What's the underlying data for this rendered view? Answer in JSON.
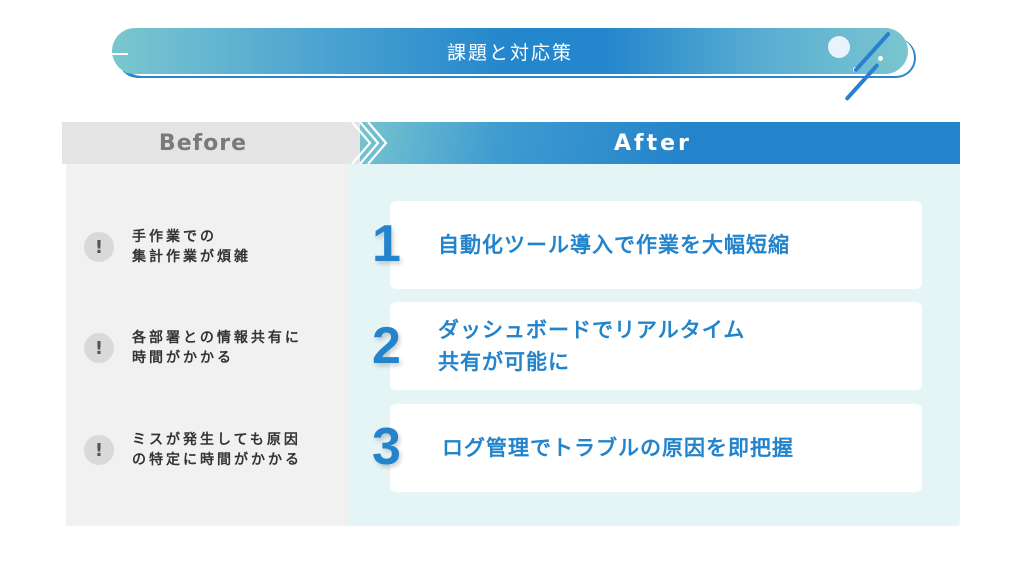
{
  "banner": {
    "title": "課題と対応策",
    "colors": {
      "primary": "#2486cc",
      "teal": "#7bc7cf"
    }
  },
  "columns": {
    "before_label": "Before",
    "after_label": "After"
  },
  "before_items": [
    {
      "icon": "exclamation-icon",
      "symbol": "!",
      "line1": "手作業での",
      "line2": "集計作業が煩雑"
    },
    {
      "icon": "exclamation-icon",
      "symbol": "!",
      "line1": "各部署との情報共有に",
      "line2": "時間がかかる"
    },
    {
      "icon": "exclamation-icon",
      "symbol": "!",
      "line1": "ミスが発生しても原因",
      "line2": "の特定に時間がかかる"
    }
  ],
  "after_items": [
    {
      "number": "1",
      "line1": "自動化ツール導入で作業を大幅短縮",
      "line2": ""
    },
    {
      "number": "2",
      "line1": "ダッシュボードでリアルタイム",
      "line2": "共有が可能に"
    },
    {
      "number": "3",
      "line1": "ログ管理でトラブルの原因を即把握",
      "line2": ""
    }
  ]
}
